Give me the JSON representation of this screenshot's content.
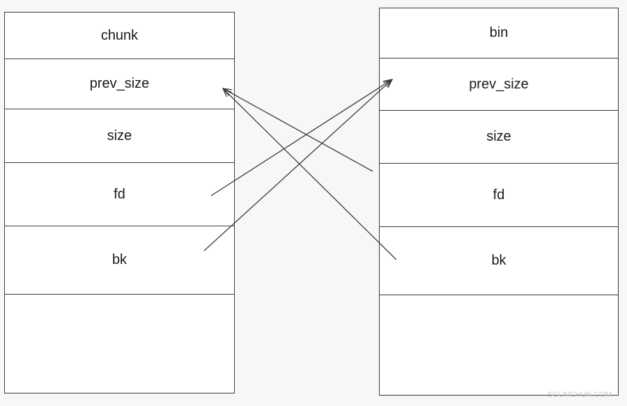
{
  "chunk": {
    "rows": [
      "chunk",
      "prev_size",
      "size",
      "fd",
      "bk",
      ""
    ]
  },
  "bin": {
    "rows": [
      "bin",
      "prev_size",
      "size",
      "fd",
      "bk",
      ""
    ]
  },
  "arrows": [
    {
      "from": "chunk.fd",
      "to": "bin.prev_size"
    },
    {
      "from": "chunk.bk",
      "to": "bin.prev_size"
    },
    {
      "from": "bin.fd",
      "to": "chunk.prev_size"
    },
    {
      "from": "bin.bk",
      "to": "chunk.prev_size"
    }
  ],
  "colors": {
    "line": "#3a3a3a",
    "background": "#f7f7f7",
    "box": "#ffffff"
  },
  "watermark": "SGUNCHUN.COM"
}
